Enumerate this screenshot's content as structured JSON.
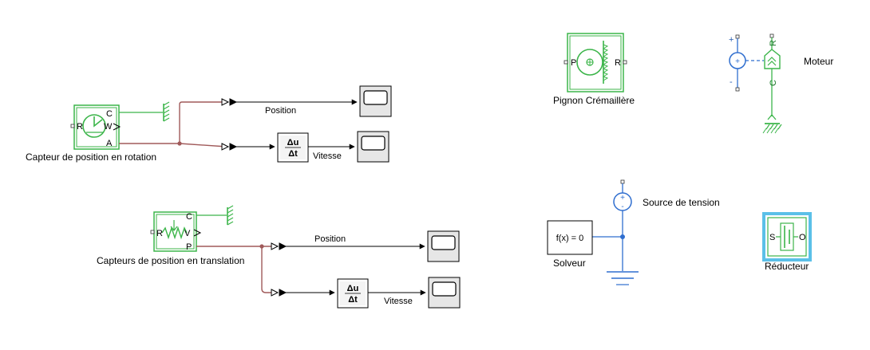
{
  "blocks": {
    "rot_sensor": {
      "label": "Capteur de position en rotation",
      "port_r": "R",
      "port_w": "W",
      "port_c": "C",
      "port_a": "A"
    },
    "trans_sensor": {
      "label": "Capteurs de position en translation",
      "port_r": "R",
      "port_v": "V",
      "port_c": "C",
      "port_p": "P"
    },
    "pignon": {
      "label": "Pignon Crémaillère",
      "port_p": "P",
      "port_r": "R"
    },
    "moteur": {
      "label": "Moteur",
      "port_r": "R",
      "port_c": "C",
      "plus": "+",
      "minus": "-"
    },
    "source": {
      "label": "Source de tension"
    },
    "solveur": {
      "label": "Solveur",
      "expr": "f(x) = 0"
    },
    "reducteur": {
      "label": "Réducteur",
      "port_s": "S",
      "port_o": "O"
    }
  },
  "signals": {
    "rot_position": "Position",
    "rot_vitesse": "Vitesse",
    "trans_position": "Position",
    "trans_vitesse": "Vitesse"
  },
  "derivative": {
    "num": "Δu",
    "den": "Δt"
  },
  "colors": {
    "physical_green": "#3cb54a",
    "simscape_blue": "#2f6ecf",
    "signal_brown": "#a05a5a",
    "selected_cyan": "#5bc0e8"
  }
}
